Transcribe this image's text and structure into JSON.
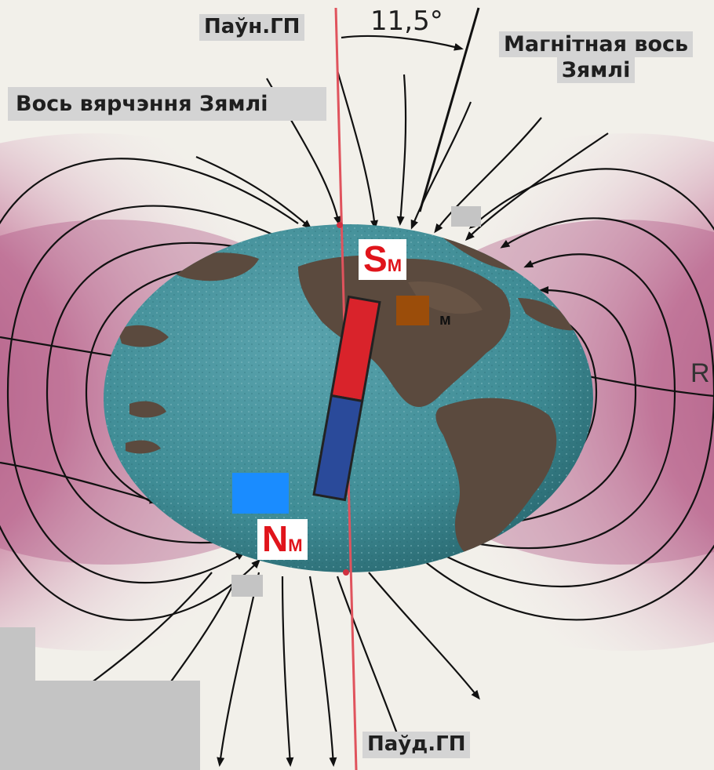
{
  "labels": {
    "north_geo_pole": "Паўн.ГП",
    "south_geo_pole": "Паўд.ГП",
    "angle": "11,5°",
    "magnetic_axis_line1": "Магнітная вось",
    "magnetic_axis_line2": "Зямлі",
    "rotation_axis": "Вось вярчэння Зямлі",
    "right_edge": "R",
    "small_m": "м"
  },
  "poles": {
    "south_magnetic": {
      "letter": "S",
      "subscript": "М"
    },
    "north_magnetic": {
      "letter": "N",
      "subscript": "М"
    }
  },
  "colors": {
    "field_magenta": "#b0567a",
    "globe_ocean": "#3f8c95",
    "land": "#5b4a3e",
    "magnet_red": "#d9232b",
    "magnet_blue": "#2a4a9a",
    "geo_axis": "#e0535d",
    "blue_marker": "#1a8cff",
    "brown_marker": "#9b4d0a",
    "gray_patch": "#c4c4c4"
  },
  "icons": [
    "bar-magnet-icon",
    "globe-icon"
  ]
}
